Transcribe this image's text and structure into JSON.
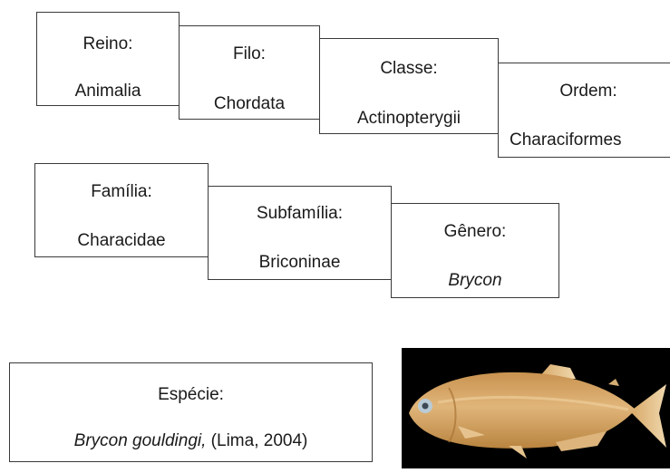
{
  "taxonomy": {
    "reino": {
      "label": "Reino:",
      "value": "Animalia"
    },
    "filo": {
      "label": "Filo:",
      "value": "Chordata"
    },
    "classe": {
      "label": "Classe:",
      "value": "Actinopterygii"
    },
    "ordem": {
      "label": "Ordem:",
      "value": "Characiformes"
    },
    "familia": {
      "label": "Família:",
      "value": "Characidae"
    },
    "subfamilia": {
      "label": "Subfamília:",
      "value": "Briconinae"
    },
    "genero": {
      "label": "Gênero:",
      "value": "Brycon"
    },
    "especie": {
      "label": "Espécie:",
      "name": "Brycon gouldingi,",
      "author": " (Lima, 2004)"
    }
  },
  "colors": {
    "border": "#3a3a3a",
    "text": "#1a1a1a",
    "photo_background": "#000000",
    "fish_body": "#d9a867"
  },
  "photo": {
    "icon": "fish-specimen-photo"
  }
}
